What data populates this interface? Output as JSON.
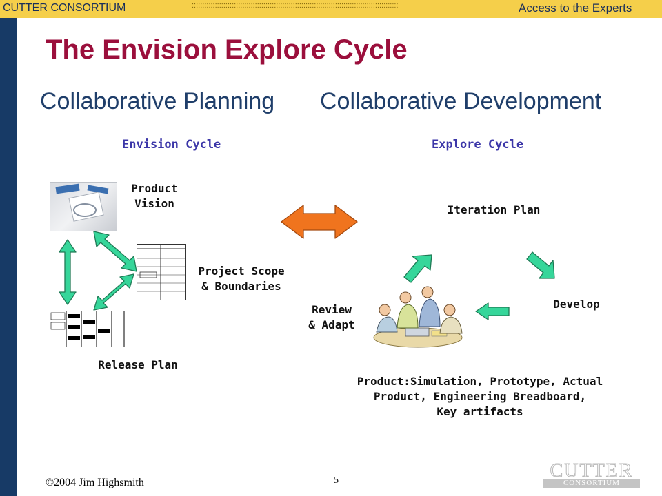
{
  "header": {
    "brand": "CUTTER CONSORTIUM",
    "dots": "::::::::::::::::::::::::::::::::::::::::::::::::::::::::::::::::::::::::::::::::::::::::::::::::::",
    "tagline": "Access to the Experts"
  },
  "title": "The Envision Explore Cycle",
  "subtitle_left": "Collaborative  Planning",
  "subtitle_right": "Collaborative  Development",
  "envision": {
    "heading": "Envision Cycle",
    "product_vision": [
      "Product",
      "Vision"
    ],
    "project_scope": [
      "Project Scope",
      "& Boundaries"
    ],
    "release_plan": "Release Plan"
  },
  "explore": {
    "heading": "Explore Cycle",
    "iteration_plan": "Iteration Plan",
    "develop": "Develop",
    "review_adapt": [
      "Review",
      "& Adapt"
    ],
    "product_note": [
      "Product:Simulation, Prototype, Actual",
      "Product, Engineering Breadboard,",
      "Key artifacts"
    ]
  },
  "footer": {
    "copyright": "©2004  Jim  Highsmith",
    "page_number": "5",
    "logo_word": "CUTTER",
    "logo_sub": "CONSORTIUM"
  },
  "colors": {
    "accent_green": "#36d69a",
    "arrow_orange": "#f0741e",
    "title_red": "#9b0f3c",
    "navy": "#173a66",
    "gold": "#f5cf4a"
  }
}
